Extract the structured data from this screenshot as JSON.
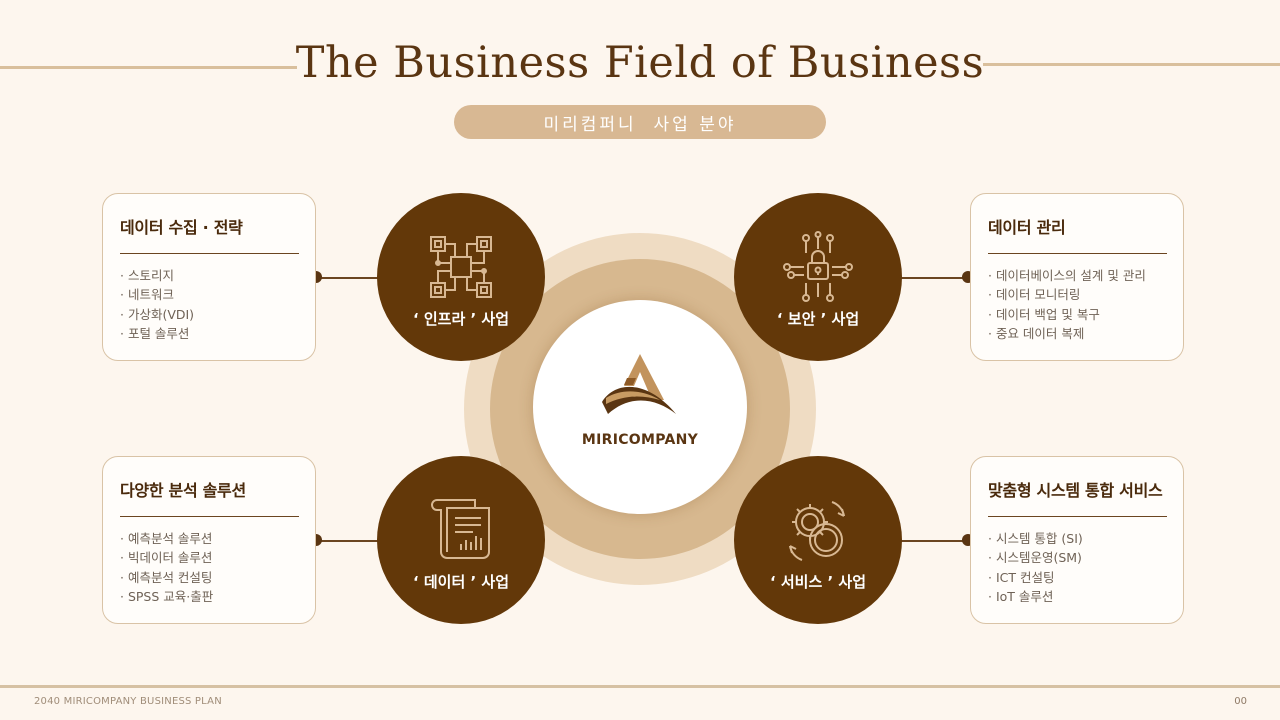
{
  "header": {
    "title": "The Business Field of Business",
    "subtitle": "미리컴퍼니  사업 분야"
  },
  "center": {
    "brand": "MIRICOMPANY",
    "logo_icon": "a-swoosh-logo"
  },
  "businesses": [
    {
      "label": "‘ 인프라 ’ 사업",
      "icon": "circuit-chip-icon"
    },
    {
      "label": "‘ 보안 ’ 사업",
      "icon": "circuit-lock-icon"
    },
    {
      "label": "‘ 데이터 ’ 사업",
      "icon": "document-chart-icon"
    },
    {
      "label": "‘ 서비스 ’ 사업",
      "icon": "gear-refresh-icon"
    }
  ],
  "cards": [
    {
      "title": "데이터 수집 · 전략",
      "items": [
        "· 스토리지",
        "· 네트워크",
        "· 가상화(VDI)",
        "· 포털 솔루션"
      ]
    },
    {
      "title": "데이터 관리",
      "items": [
        "· 데이터베이스의 설계 및 관리",
        "· 데이터 모니터링",
        "· 데이터 백업 및 복구",
        "· 중요 데이터 복제"
      ]
    },
    {
      "title": "다양한 분석 솔루션",
      "items": [
        "· 예측분석 솔루션",
        "· 빅데이터 솔루션",
        "· 예측분석 컨설팅",
        "· SPSS 교육·출판"
      ]
    },
    {
      "title": "맞춤형 시스템 통합 서비스",
      "items": [
        "· 시스템 통합 (SI)",
        "· 시스템운영(SM)",
        "· ICT 컨설팅",
        "· IoT 솔루션"
      ]
    }
  ],
  "footer": {
    "plan": "2040 MIRICOMPANY BUSINESS PLAN",
    "page": "00"
  },
  "colors": {
    "background": "#fdf6ee",
    "dark_brown": "#633809",
    "tan": "#d8b893",
    "light_tan": "#efdcc3"
  }
}
